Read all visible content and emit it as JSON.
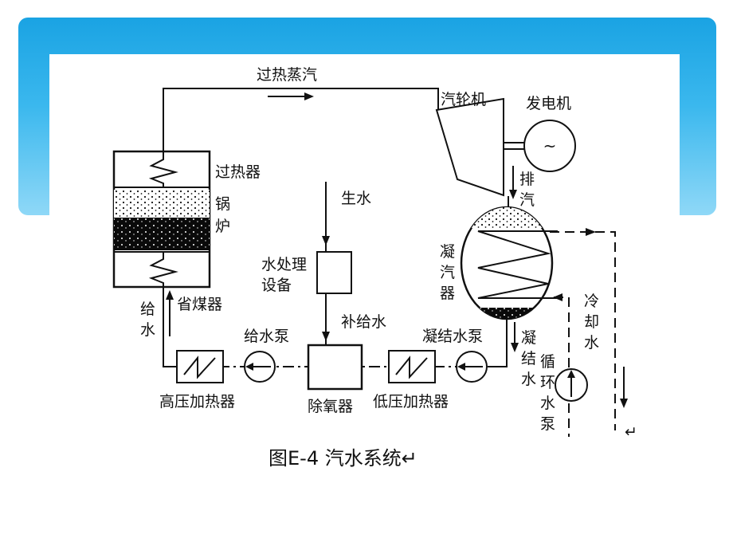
{
  "colors": {
    "banner_top": "#1aa3e3",
    "banner_bottom": "#8fd8f7",
    "ink": "#111111"
  },
  "labels": {
    "superheated_steam": "过热蒸汽",
    "turbine": "汽轮机",
    "generator": "发电机",
    "generator_symbol": "~",
    "superheater": "过热器",
    "boiler_1": "锅",
    "boiler_2": "炉",
    "exhaust_1": "排",
    "exhaust_2": "汽",
    "raw_water": "生水",
    "water_treatment_1": "水处理",
    "water_treatment_2": "设备",
    "condenser_1": "凝",
    "condenser_2": "汽",
    "condenser_3": "器",
    "economizer": "省煤器",
    "feed_water_1": "给",
    "feed_water_2": "水",
    "makeup_water": "补给水",
    "feed_pump": "给水泵",
    "condensate_pump": "凝结水泵",
    "cooling_water_1": "冷",
    "cooling_water_2": "却",
    "cooling_water_3": "水",
    "condensate_1": "凝",
    "condensate_2": "结",
    "condensate_3": "水",
    "circ_pump_1": "循",
    "circ_pump_2": "环",
    "circ_pump_3": "水",
    "circ_pump_4": "泵",
    "hp_heater": "高压加热器",
    "deaerator": "除氧器",
    "lp_heater": "低压加热器",
    "return_mark": "↵"
  },
  "caption": "图E-4  汽水系统↵"
}
